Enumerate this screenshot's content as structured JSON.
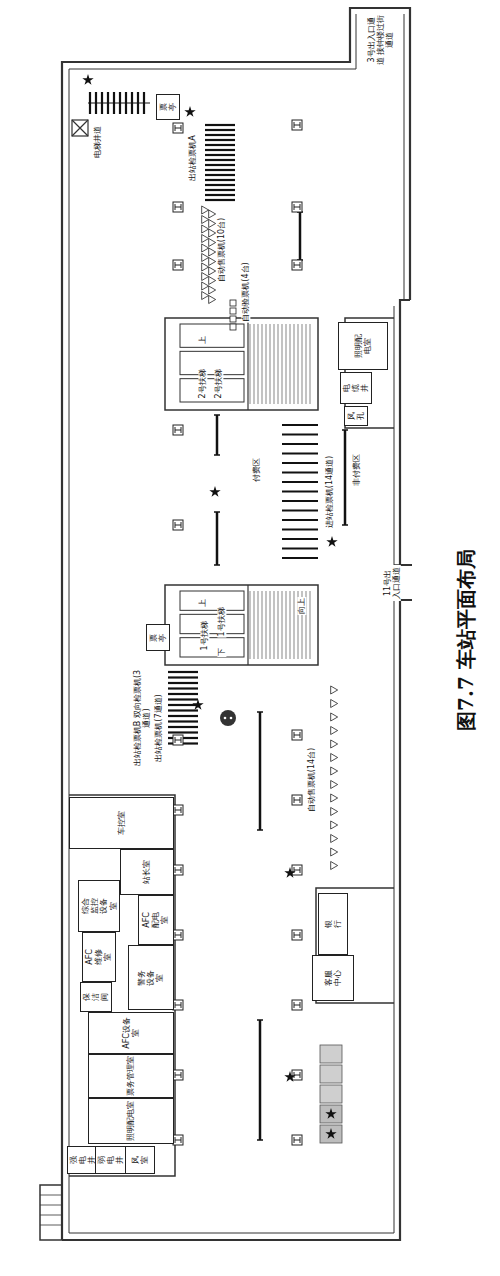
{
  "diagram": {
    "caption": "图7.7 车站平面布局",
    "nodes": [
      {
        "text": [
          "票亭"
        ]
      },
      {
        "text": [
          "照明配电室"
        ]
      },
      {
        "text": [
          "电缆井"
        ]
      },
      {
        "text": [
          "风孔"
        ]
      },
      {
        "text": [
          "票亭"
        ]
      },
      {
        "text": [
          "车控室"
        ]
      },
      {
        "text": [
          "站长室"
        ]
      },
      {
        "text": [
          "综合监控设备室"
        ]
      },
      {
        "text": [
          "AFC配电室"
        ]
      },
      {
        "text": [
          "AFC维修室"
        ]
      },
      {
        "text": [
          "保洁间"
        ]
      },
      {
        "text": [
          "警务设备室"
        ]
      },
      {
        "text": [
          "AFC设备室"
        ]
      },
      {
        "text": [
          "票务管理室"
        ]
      },
      {
        "text": [
          "照明配电室"
        ]
      },
      {
        "text": [
          "强电井"
        ]
      },
      {
        "text": [
          "弱电井"
        ]
      },
      {
        "text": [
          "风室"
        ]
      },
      {
        "text": [
          "银行"
        ]
      },
      {
        "text": [
          "客服中心"
        ]
      }
    ],
    "labels": [
      "3号出入口通道 接钟楼过街通道",
      "电梯井道",
      "出站检票机A",
      "自动售票机(10台)",
      "自动验票机(4台)",
      "上",
      "2号扶梯",
      "2号扶梯",
      "付费区",
      "进站检票机(14通道)",
      "非付费区",
      "向上",
      "上",
      "1号扶梯",
      "下",
      "1号扶梯",
      "11号出入口通道",
      "出站检票机B 双向检票机(3通道)",
      "出站检票机(7通道)",
      "自动售票机(14台)"
    ]
  }
}
